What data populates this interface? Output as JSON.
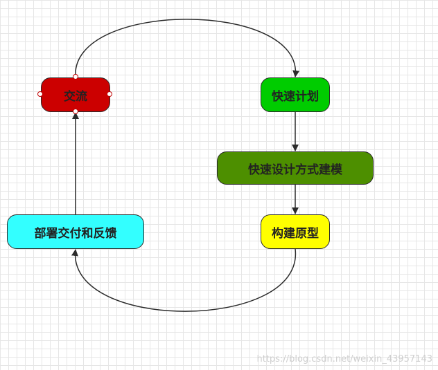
{
  "nodes": {
    "exchange": {
      "label": "交流",
      "fill": "#cc0000"
    },
    "plan": {
      "label": "快速计划",
      "fill": "#00cc00"
    },
    "design": {
      "label": "快速设计方式建模",
      "fill": "#4d8f00"
    },
    "prototype": {
      "label": "构建原型",
      "fill": "#ffff00"
    },
    "deploy": {
      "label": "部署交付和反馈",
      "fill": "#33ffff"
    }
  },
  "edges": [
    {
      "from": "exchange",
      "to": "plan"
    },
    {
      "from": "plan",
      "to": "design"
    },
    {
      "from": "design",
      "to": "prototype"
    },
    {
      "from": "prototype",
      "to": "deploy"
    },
    {
      "from": "deploy",
      "to": "exchange"
    }
  ],
  "colors": {
    "stroke": "#2b2b2b",
    "grid": "#e6e6e6",
    "background": "#ffffff"
  },
  "watermark": "https://blog.csdn.net/weixin_43957143"
}
